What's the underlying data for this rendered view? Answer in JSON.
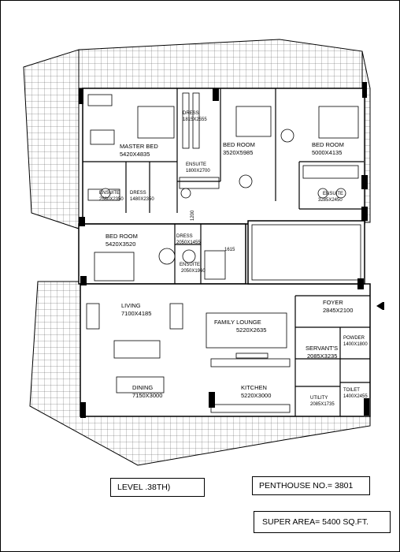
{
  "rooms": {
    "master_bed": {
      "name": "MASTER BED",
      "size": "5420X4835"
    },
    "dress_top": {
      "name": "DRESS",
      "size": "1815X2555"
    },
    "ensuite_center": {
      "name": "ENSUITE",
      "size": "1800X2700"
    },
    "bedroom_center": {
      "name": "BED ROOM",
      "size": "3520X5985"
    },
    "bedroom_right": {
      "name": "BED ROOM",
      "size": "5000X4135"
    },
    "ensuite_master": {
      "name": "ENSUITE",
      "size": "2560X2350"
    },
    "dress_master": {
      "name": "DRESS",
      "size": "1480X2350"
    },
    "ensuite_right": {
      "name": "ENSUITE",
      "size": "3285X2450"
    },
    "bedroom_left": {
      "name": "BED ROOM",
      "size": "5420X3520"
    },
    "dress_mid": {
      "name": "DRESS",
      "size": "2050X1455"
    },
    "ensuite_mid": {
      "name": "ENSUITE",
      "size": "2050X1960"
    },
    "living": {
      "name": "LIVING",
      "size": "7100X4185"
    },
    "family_lounge": {
      "name": "FAMILY LOUNGE",
      "size": "5220X2635"
    },
    "foyer": {
      "name": "FOYER",
      "size": "2845X2100"
    },
    "powder": {
      "name": "POWDER",
      "size": "1400X1800"
    },
    "servants": {
      "name": "SERVANT'S",
      "size": "2085X3235"
    },
    "dining": {
      "name": "DINING",
      "size": "7150X3000"
    },
    "kitchen": {
      "name": "KITCHEN",
      "size": "5220X3000"
    },
    "utility": {
      "name": "UTILITY",
      "size": "2085X1735"
    },
    "toilet": {
      "name": "TOILET",
      "size": "1400X2455"
    }
  },
  "dimensions": {
    "corridor": "1200",
    "passage": "1615"
  },
  "labels": {
    "level": "LEVEL .38TH)",
    "penthouse": "PENTHOUSE NO.= 3801",
    "super_area": "SUPER AREA= 5400 SQ.FT."
  },
  "icons": {
    "entry": "entry-arrow-icon"
  }
}
